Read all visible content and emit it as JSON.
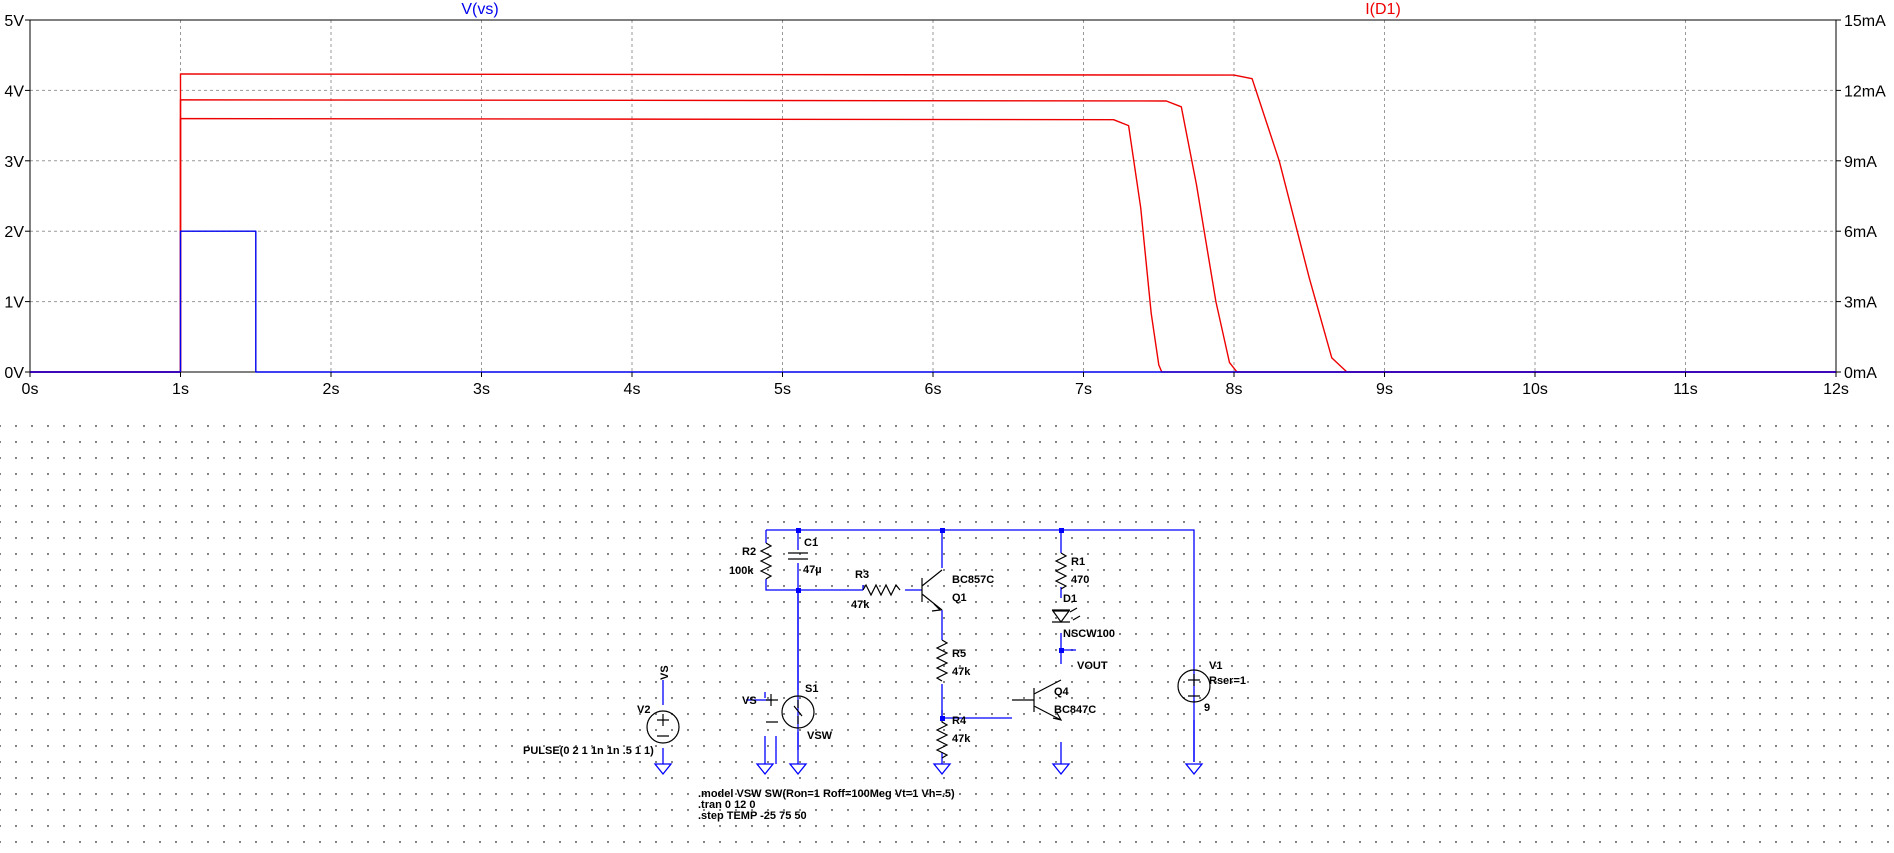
{
  "chart_data": {
    "type": "line",
    "x": {
      "label": "",
      "ticks": [
        "0s",
        "1s",
        "2s",
        "3s",
        "4s",
        "5s",
        "6s",
        "7s",
        "8s",
        "9s",
        "10s",
        "11s",
        "12s"
      ],
      "range": [
        0,
        12
      ]
    },
    "y_left": {
      "ticks": [
        "0V",
        "1V",
        "2V",
        "3V",
        "4V",
        "5V"
      ],
      "range": [
        0,
        5
      ]
    },
    "y_right": {
      "ticks": [
        "0mA",
        "3mA",
        "6mA",
        "9mA",
        "12mA",
        "15mA"
      ],
      "range": [
        0,
        15
      ]
    },
    "grid": true,
    "series": [
      {
        "name": "V(vs)",
        "axis": "left",
        "color": "#0000ee",
        "points": [
          [
            0,
            0
          ],
          [
            1,
            0
          ],
          [
            1,
            2
          ],
          [
            1.5,
            2
          ],
          [
            1.5,
            0
          ],
          [
            12,
            0
          ]
        ]
      },
      {
        "name": "I(D1)",
        "axis": "right",
        "color": "#ee0000",
        "step": "TEMP -25",
        "points": [
          [
            0,
            0
          ],
          [
            1,
            0
          ],
          [
            1,
            12.7
          ],
          [
            8.0,
            12.65
          ],
          [
            8.12,
            12.5
          ],
          [
            8.3,
            9
          ],
          [
            8.5,
            4
          ],
          [
            8.65,
            0.6
          ],
          [
            8.75,
            0
          ],
          [
            12,
            0
          ]
        ]
      },
      {
        "name": "I(D1)",
        "axis": "right",
        "color": "#ee0000",
        "step": "TEMP 25",
        "points": [
          [
            0,
            0
          ],
          [
            1,
            0
          ],
          [
            1,
            11.6
          ],
          [
            7.55,
            11.55
          ],
          [
            7.65,
            11.3
          ],
          [
            7.75,
            8
          ],
          [
            7.88,
            3
          ],
          [
            7.97,
            0.4
          ],
          [
            8.02,
            0
          ],
          [
            12,
            0
          ]
        ]
      },
      {
        "name": "I(D1)",
        "axis": "right",
        "color": "#ee0000",
        "step": "TEMP 75",
        "points": [
          [
            0,
            0
          ],
          [
            1,
            0
          ],
          [
            1,
            10.8
          ],
          [
            7.2,
            10.75
          ],
          [
            7.3,
            10.5
          ],
          [
            7.38,
            7
          ],
          [
            7.45,
            2.5
          ],
          [
            7.5,
            0.3
          ],
          [
            7.52,
            0
          ],
          [
            12,
            0
          ]
        ]
      }
    ]
  },
  "schematic": {
    "labels": {
      "R2": "R2",
      "R2v": "100k",
      "C1": "C1",
      "C1v": "47µ",
      "R3": "R3",
      "R3v": "47k",
      "Q1": "Q1",
      "Q1m": "BC857C",
      "R1": "R1",
      "R1v": "470",
      "D1": "D1",
      "D1m": "NSCW100",
      "VOUT": "VOUT",
      "R5": "R5",
      "R5v": "47k",
      "R4": "R4",
      "R4v": "47k",
      "Q4": "Q4",
      "Q4m": "BC847C",
      "V1": "V1",
      "V1v": "Rser=1",
      "V1val": "9",
      "V2": "V2",
      "V2val": "PULSE(0 2 1 1n 1n .5 1 1)",
      "VSnet": "VS",
      "S1": "S1",
      "S1m": "VSW",
      "S1ctrl": "VS"
    },
    "directives": [
      ".model VSW SW(Ron=1 Roff=100Meg Vt=1 Vh=.5)",
      ".tran 0 12 0",
      ".step TEMP -25 75 50"
    ]
  }
}
